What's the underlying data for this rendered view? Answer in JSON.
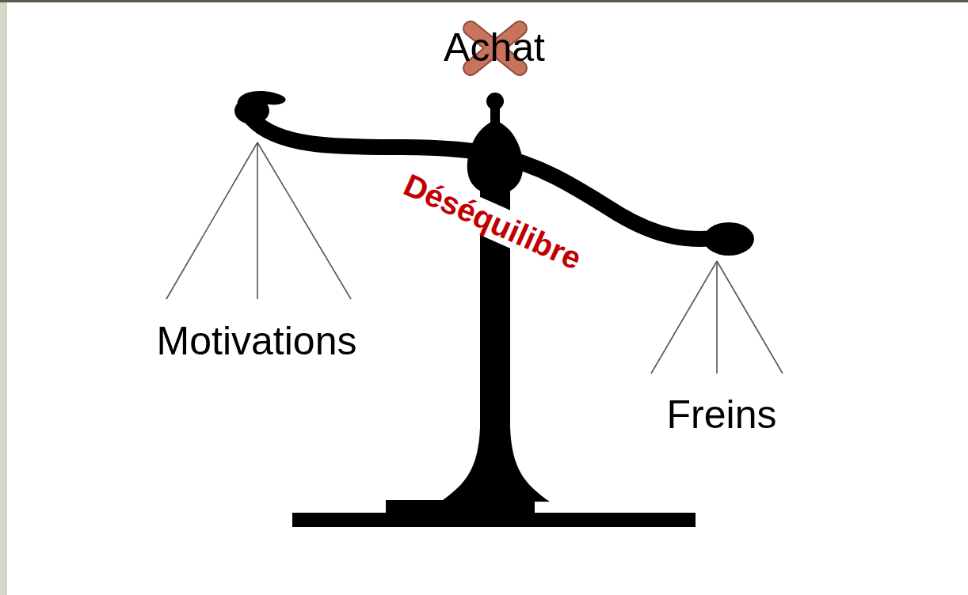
{
  "diagram": {
    "labels": [
      "Achat",
      "Déséquilibre",
      "Motivations",
      "Freins"
    ]
  }
}
